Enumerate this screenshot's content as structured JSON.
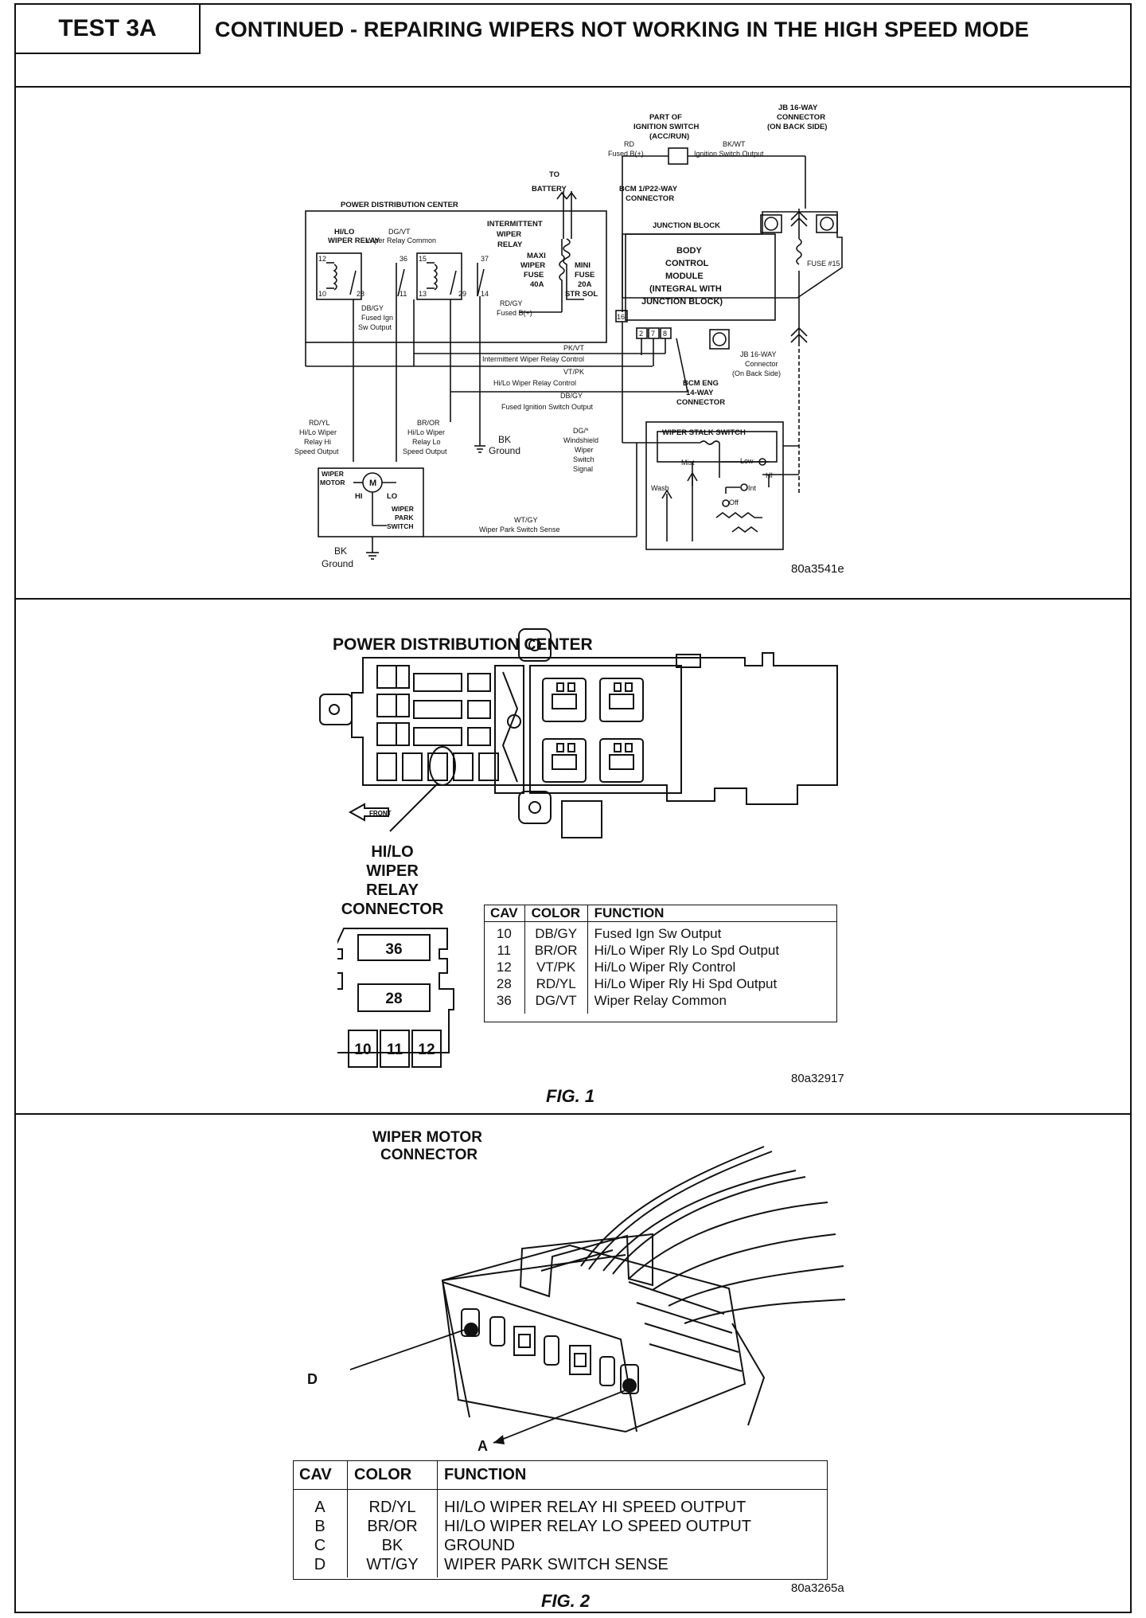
{
  "header": {
    "test_label": "TEST 3A",
    "title": "CONTINUED - REPAIRING WIPERS NOT WORKING IN THE HIGH SPEED MODE"
  },
  "schematic": {
    "ref": "80a3541e",
    "labels": {
      "pdc": "POWER DISTRIBUTION CENTER",
      "hilo_relay": [
        "HI/LO",
        "WIPER RELAY"
      ],
      "dg_vt": "DG/VT",
      "wiper_relay_common": "Wiper Relay Common",
      "intermittent_relay": [
        "INTERMITTENT",
        "WIPER",
        "RELAY"
      ],
      "to_battery": [
        "TO",
        "BATTERY"
      ],
      "maxi_fuse": [
        "MAXI",
        "WIPER",
        "FUSE",
        "40A"
      ],
      "mini_fuse": [
        "MINI",
        "FUSE",
        "20A",
        "STR SOL"
      ],
      "rd_gy": [
        "RD/GY",
        "Fused B(+)"
      ],
      "db_gy": [
        "DB/GY",
        "Fused Ign",
        "Sw Output"
      ],
      "part_of_ign": [
        "PART OF",
        "IGNITION SWITCH",
        "(ACC/RUN)"
      ],
      "rd": "RD",
      "fused_b": "Fused B(+)",
      "bk_wt": "BK/WT",
      "ign_sw_output": "Ignition Switch Output",
      "jb16_top": [
        "JB 16-WAY",
        "CONNECTOR",
        "(ON BACK SIDE)"
      ],
      "bcm_conn": [
        "BCM 1/P22-WAY",
        "CONNECTOR"
      ],
      "junction_block": "JUNCTION BLOCK",
      "bcm": [
        "BODY",
        "CONTROL",
        "MODULE",
        "(INTEGRAL WITH",
        "JUNCTION BLOCK)"
      ],
      "fuse15": "FUSE #15",
      "pk_vt": [
        "PK/VT",
        "Intermittent Wiper Relay Control"
      ],
      "vt_pk": [
        "VT/PK",
        "Hi/Lo Wiper Relay Control"
      ],
      "db_gy2": [
        "DB/GY",
        "Fused Ignition Switch Output"
      ],
      "jb16_bottom": [
        "JB 16-WAY",
        "Connector",
        "(On Back Side)"
      ],
      "bcm_eng": [
        "BCM ENG",
        "14-WAY",
        "CONNECTOR"
      ],
      "rd_yl": [
        "RD/YL",
        "Hi/Lo Wiper",
        "Relay Hi",
        "Speed Output"
      ],
      "br_or": [
        "BR/OR",
        "Hi/Lo Wiper",
        "Relay Lo",
        "Speed Output"
      ],
      "bk_ground": [
        "BK",
        "Ground"
      ],
      "dg_star": [
        "DG/*",
        "Windshield",
        "Wiper",
        "Switch",
        "Signal"
      ],
      "stalk": "WIPER STALK SWITCH",
      "mist": "Mist",
      "low": "Low",
      "hi": "HI",
      "int": "Int",
      "off": "Off",
      "wash": "Wash",
      "wiper_motor": [
        "WIPER",
        "MOTOR"
      ],
      "motor_m": "M",
      "motor_hi": "HI",
      "motor_lo": "LO",
      "park": [
        "WIPER",
        "PARK",
        "SWITCH"
      ],
      "wt_gy": [
        "WT/GY",
        "Wiper Park Switch Sense"
      ],
      "bk_ground2": [
        "BK",
        "Ground"
      ],
      "pins": {
        "p12": "12",
        "p10": "10",
        "p28": "28",
        "p36": "36",
        "p11": "11",
        "p15": "15",
        "p13": "13",
        "p29": "29",
        "p37": "37",
        "p14": "14",
        "p16": "16",
        "p2": "2",
        "p7": "7",
        "p8": "8"
      }
    }
  },
  "fig1": {
    "title": "POWER DISTRIBUTION CENTER",
    "front": "FRONT",
    "connector_label": [
      "HI/LO",
      "WIPER",
      "RELAY",
      "CONNECTOR"
    ],
    "cavities": [
      "36",
      "28",
      "10",
      "11",
      "12"
    ],
    "table": {
      "headers": [
        "CAV",
        "COLOR",
        "FUNCTION"
      ],
      "rows": [
        [
          "10",
          "DB/GY",
          "Fused Ign Sw Output"
        ],
        [
          "11",
          "BR/OR",
          "Hi/Lo Wiper Rly Lo Spd Output"
        ],
        [
          "12",
          "VT/PK",
          "Hi/Lo Wiper Rly Control"
        ],
        [
          "28",
          "RD/YL",
          "Hi/Lo Wiper Rly Hi Spd Output"
        ],
        [
          "36",
          "DG/VT",
          "Wiper Relay Common"
        ]
      ]
    },
    "ref": "80a32917",
    "caption": "FIG. 1"
  },
  "fig2": {
    "title": [
      "WIPER MOTOR",
      "CONNECTOR"
    ],
    "callout_d": "D",
    "callout_a": "A",
    "table": {
      "headers": [
        "CAV",
        "COLOR",
        "FUNCTION"
      ],
      "rows": [
        [
          "A",
          "RD/YL",
          "HI/LO WIPER RELAY HI SPEED OUTPUT"
        ],
        [
          "B",
          "BR/OR",
          "HI/LO WIPER RELAY LO SPEED OUTPUT"
        ],
        [
          "C",
          "BK",
          "GROUND"
        ],
        [
          "D",
          "WT/GY",
          "WIPER PARK SWITCH SENSE"
        ]
      ]
    },
    "ref": "80a3265a",
    "caption": "FIG. 2"
  }
}
